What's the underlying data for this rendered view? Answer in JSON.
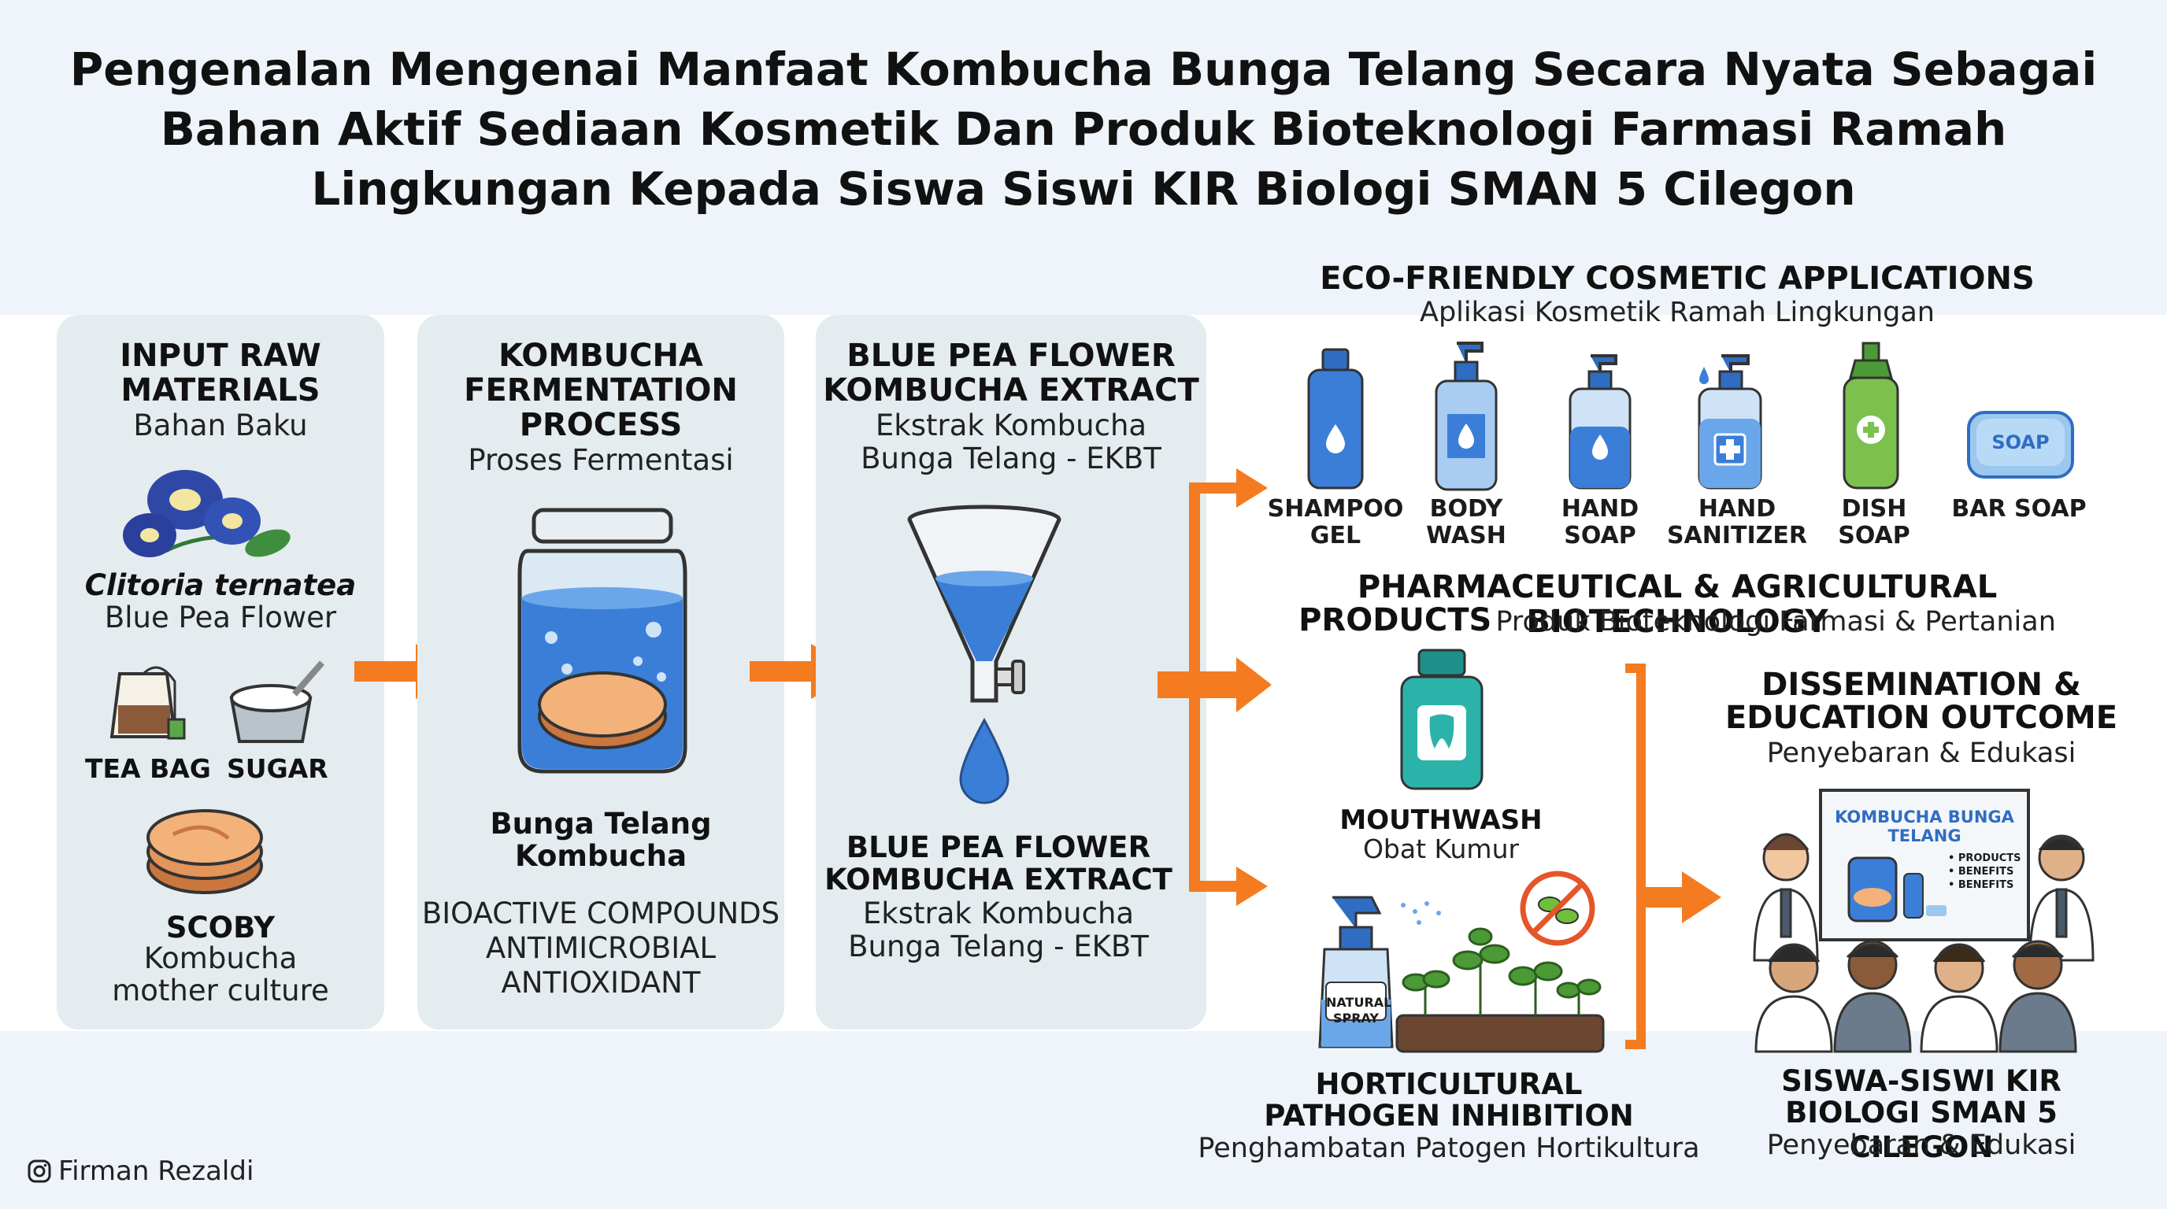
{
  "title": {
    "line1": "Pengenalan Mengenai Manfaat Kombucha Bunga Telang Secara Nyata Sebagai",
    "line2": "Bahan Aktif Sediaan Kosmetik Dan Produk Bioteknologi Farmasi Ramah",
    "line3": "Lingkungan Kepada Siswa Siswi KIR Biologi SMAN 5 Cilegon"
  },
  "input": {
    "heading1": "INPUT RAW",
    "heading2": "MATERIALS",
    "subtitle": "Bahan Baku",
    "flower_name": "Clitoria ternatea",
    "flower_common": "Blue Pea Flower",
    "tea_bag": "TEA BAG",
    "sugar": "SUGAR",
    "scoby": "SCOBY",
    "scoby_sub1": "Kombucha",
    "scoby_sub2": "mother culture"
  },
  "fermentation": {
    "heading1": "KOMBUCHA",
    "heading2": "FERMENTATION",
    "heading3": "PROCESS",
    "subtitle": "Proses Fermentasi",
    "jar_label1": "Bunga Telang",
    "jar_label2": "Kombucha",
    "prop1": "BIOACTIVE COMPOUNDS",
    "prop2": "ANTIMICROBIAL",
    "prop3": "ANTIOXIDANT"
  },
  "extract": {
    "heading1": "BLUE PEA FLOWER",
    "heading2": "KOMBUCHA EXTRACT",
    "subtitle1": "Ekstrak Kombucha",
    "subtitle2": "Bunga Telang - EKBT",
    "bottom_heading1": "BLUE PEA FLOWER",
    "bottom_heading2": "KOMBUCHA EXTRACT",
    "bottom_sub1": "Ekstrak Kombucha",
    "bottom_sub2": "Bunga Telang - EKBT"
  },
  "cosmetic": {
    "heading": "ECO-FRIENDLY COSMETIC APPLICATIONS",
    "subtitle": "Aplikasi Kosmetik Ramah Lingkungan",
    "products": [
      {
        "line1": "SHAMPOO",
        "line2": "GEL"
      },
      {
        "line1": "BODY",
        "line2": "WASH"
      },
      {
        "line1": "HAND",
        "line2": "SOAP"
      },
      {
        "line1": "HAND",
        "line2": "SANITIZER"
      },
      {
        "line1": "DISH SOAP",
        "line2": ""
      },
      {
        "line1": "BAR SOAP",
        "line2": ""
      }
    ],
    "bar_soap_label": "SOAP"
  },
  "pharma": {
    "heading1": "PHARMACEUTICAL & AGRICULTURAL BIOTECHNOLOGY",
    "heading2": "PRODUCTS",
    "subtitle": "Produk Bioteknologi Farmasi & Pertanian",
    "mouthwash": "MOUTHWASH",
    "mouthwash_sub": "Obat Kumur",
    "spray_label1": "NATURAL",
    "spray_label2": "SPRAY",
    "horti1": "HORTICULTURAL",
    "horti2": "PATHOGEN INHIBITION",
    "horti_sub": "Penghambatan Patogen Hortikultura"
  },
  "outcome": {
    "heading1": "DISSEMINATION &",
    "heading2": "EDUCATION OUTCOME",
    "subtitle": "Penyebaran & Edukasi",
    "board_title1": "KOMBUCHA BUNGA",
    "board_title2": "TELANG",
    "board_bullets": [
      "• PRODUCTS",
      "• BENEFITS",
      "• BENEFITS"
    ],
    "students1": "SISWA-SISWI KIR",
    "students2": "BIOLOGI SMAN 5 CILEGON",
    "students_sub": "Penyebaran & Edukasi"
  },
  "footer": "Firman Rezaldi",
  "colors": {
    "arrow": "#f47b20",
    "liquid": "#3b7ed8",
    "panel": "#e4ecf0"
  },
  "icons": [
    "flower-icon",
    "tea-bag-icon",
    "sugar-icon",
    "scoby-icon",
    "jar-icon",
    "funnel-icon",
    "drop-icon",
    "bottle-icon",
    "soap-icon",
    "mouthwash-icon",
    "spray-icon",
    "plant-icon",
    "bacteria-icon",
    "classroom-icon",
    "instagram-icon"
  ]
}
